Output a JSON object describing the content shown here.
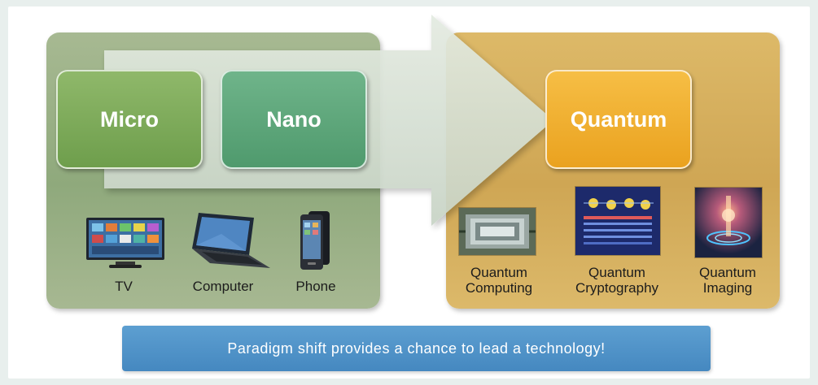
{
  "stages": {
    "micro": "Micro",
    "nano": "Nano",
    "quantum": "Quantum"
  },
  "devices": [
    {
      "label": "TV",
      "icon": "tv-icon"
    },
    {
      "label": "Computer",
      "icon": "laptop-icon"
    },
    {
      "label": "Phone",
      "icon": "phone-icon"
    }
  ],
  "applications": [
    {
      "line1": "Quantum",
      "line2": "Computing",
      "icon": "quantum-chip-icon"
    },
    {
      "line1": "Quantum",
      "line2": "Cryptography",
      "icon": "cryptography-icon"
    },
    {
      "line1": "Quantum",
      "line2": "Imaging",
      "icon": "imaging-icon"
    }
  ],
  "banner": "Paradigm shift provides a chance to lead a technology!",
  "colors": {
    "left_panel": "#9fb58a",
    "right_panel": "#d6b05e",
    "micro": "#7aa957",
    "nano": "#5aa577",
    "quantum": "#f0ad2e",
    "arrow": "#d6e0d2",
    "banner": "#4f93c8"
  }
}
